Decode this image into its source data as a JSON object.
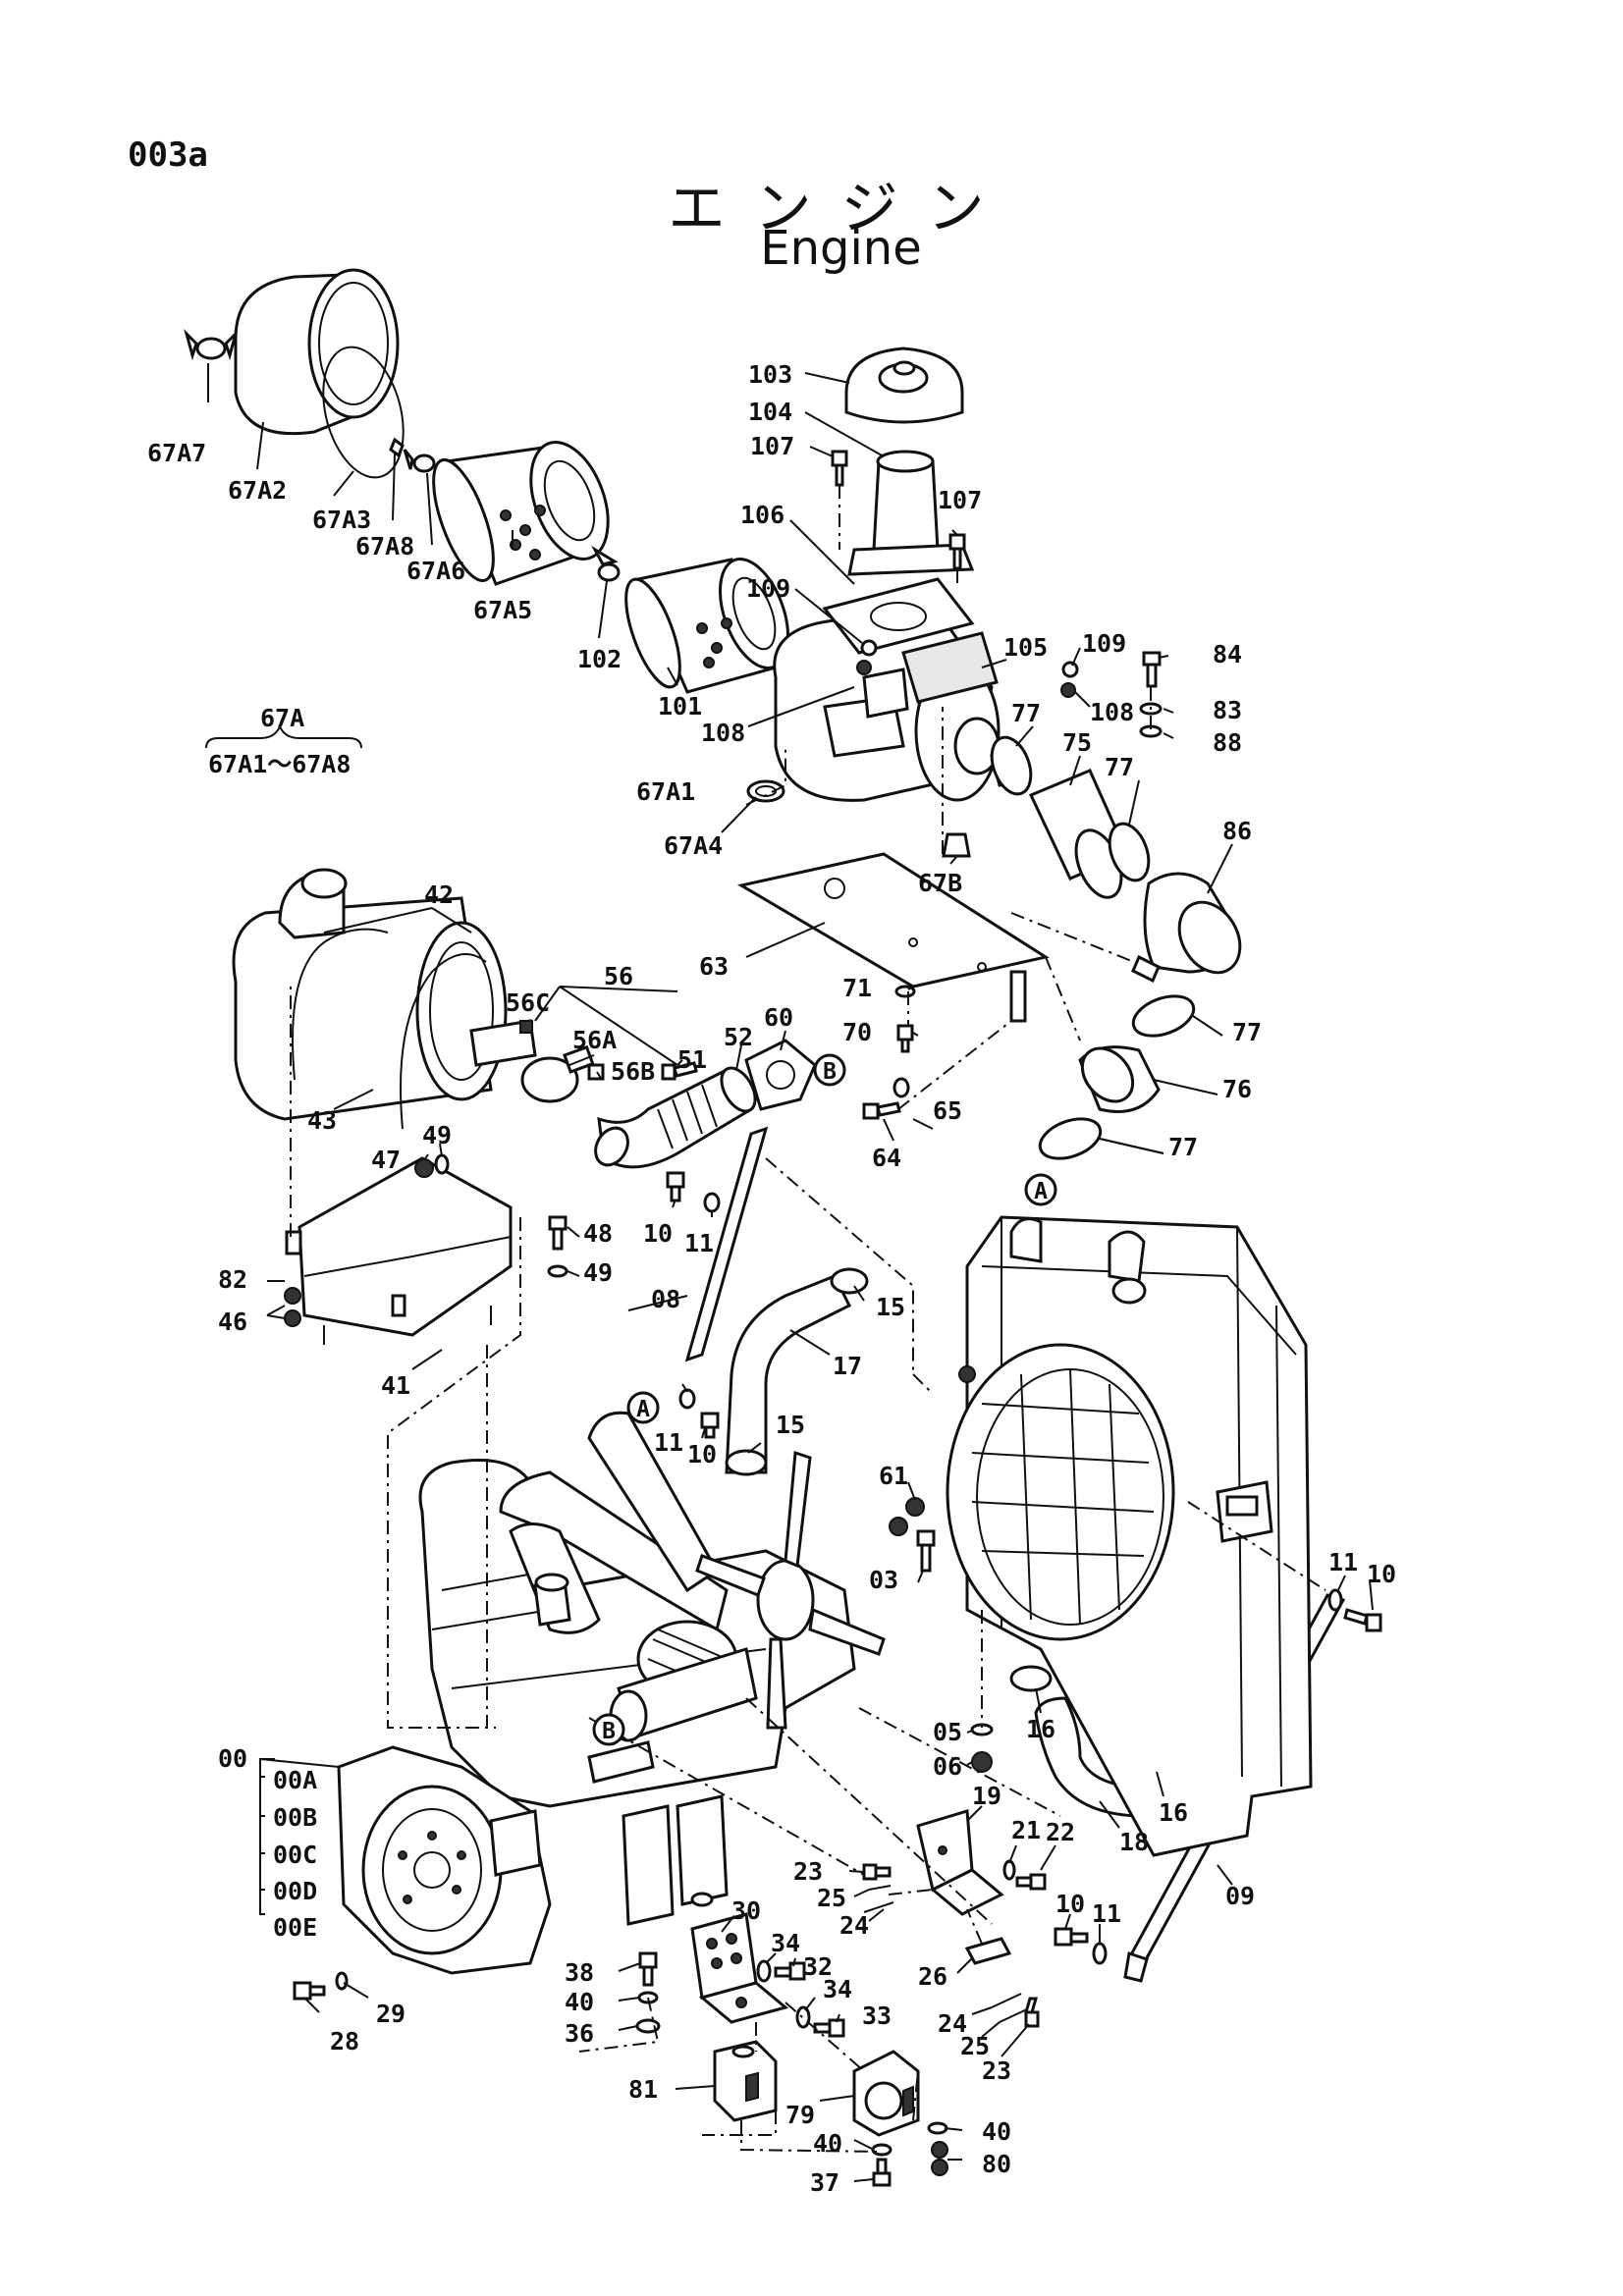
{
  "page_code": "003a",
  "title_jp": "エンジン",
  "title_en": "Engine",
  "group": {
    "number": "67A",
    "range": "67A1～67A8"
  },
  "reference_marks": [
    "A",
    "B"
  ],
  "sub_assembly_00": [
    "00A",
    "00B",
    "00C",
    "00D",
    "00E"
  ],
  "labels": {
    "l67A7": "67A7",
    "l67A2": "67A2",
    "l67A3": "67A3",
    "l67A8": "67A8",
    "l67A6": "67A6",
    "l67A5": "67A5",
    "l102": "102",
    "l101": "101",
    "l103": "103",
    "l104": "104",
    "l107a": "107",
    "l107b": "107",
    "l106": "106",
    "l109a": "109",
    "l105": "105",
    "l109b": "109",
    "l84": "84",
    "l108a": "108",
    "l108b": "108",
    "l83": "83",
    "l88": "88",
    "l67A1": "67A1",
    "l67A4": "67A4",
    "l77a": "77",
    "l75": "75",
    "l77b": "77",
    "l86": "86",
    "l67B": "67B",
    "l63": "63",
    "l42": "42",
    "l56": "56",
    "l56C": "56C",
    "l56A": "56A",
    "l56B": "56B",
    "l60": "60",
    "l52": "52",
    "l51": "51",
    "l71": "71",
    "l70": "70",
    "l77c": "77",
    "l76": "76",
    "l77d": "77",
    "l65": "65",
    "l64": "64",
    "l43": "43",
    "l47": "47",
    "l49a": "49",
    "l48": "48",
    "l49b": "49",
    "l10a": "10",
    "l11a": "11",
    "l82": "82",
    "l46": "46",
    "l08": "08",
    "l15a": "15",
    "l17": "17",
    "l41": "41",
    "l11b": "11",
    "l10b": "10",
    "l15b": "15",
    "l61": "61",
    "l03": "03",
    "l11c": "11",
    "l10c": "10",
    "l00": "00",
    "l16a": "16",
    "l05": "05",
    "l06": "06",
    "l16b": "16",
    "l18": "18",
    "l19": "19",
    "l21": "21",
    "l22": "22",
    "l09": "09",
    "l23a": "23",
    "l25a": "25",
    "l24a": "24",
    "l30": "30",
    "l34a": "34",
    "l32": "32",
    "l34b": "34",
    "l38": "38",
    "l40a": "40",
    "l36": "36",
    "l33": "33",
    "l10d": "10",
    "l11d": "11",
    "l26": "26",
    "l24b": "24",
    "l25b": "25",
    "l23b": "23",
    "l28": "28",
    "l29": "29",
    "l81": "81",
    "l79": "79",
    "l40b": "40",
    "l40c": "40",
    "l80": "80",
    "l37": "37"
  }
}
